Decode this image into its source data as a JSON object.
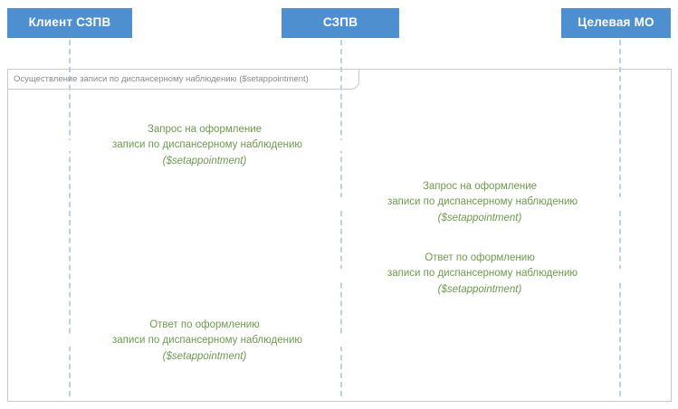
{
  "diagram": {
    "type": "uml-sequence-diagram",
    "colors": {
      "participant_fill": "#4e8fd0",
      "participant_text": "#ffffff",
      "lifeline": "#b6d3ea",
      "message": "#6e9a4e",
      "fragment_border": "#c9c9c9",
      "fragment_label_text": "#8a8a8a",
      "background": "#ffffff"
    },
    "participants": [
      {
        "id": "client",
        "label": "Клиент СЗПВ"
      },
      {
        "id": "szpv",
        "label": "СЗПВ"
      },
      {
        "id": "target_mo",
        "label": "Целевая МО"
      }
    ],
    "fragment": {
      "label": "Осуществление записи по диспансерному наблюдению ($setappointment)"
    },
    "messages": [
      {
        "index": 1,
        "from": "client",
        "to": "szpv",
        "direction": "right",
        "line_top": "Запрос на оформление",
        "line_mid": "записи по диспансерному наблюдению",
        "line_bottom": "($setappointment)"
      },
      {
        "index": 2,
        "from": "szpv",
        "to": "target_mo",
        "direction": "right",
        "line_top": "Запрос на оформление",
        "line_mid": "записи по диспансерному наблюдению",
        "line_bottom": "($setappointment)"
      },
      {
        "index": 3,
        "from": "target_mo",
        "to": "szpv",
        "direction": "left",
        "line_top": "Ответ по оформлению",
        "line_mid": "записи по диспансерному наблюдению",
        "line_bottom": "($setappointment)"
      },
      {
        "index": 4,
        "from": "szpv",
        "to": "client",
        "direction": "left",
        "line_top": "Ответ по оформлению",
        "line_mid": "записи по диспансерному наблюдению",
        "line_bottom": "($setappointment)"
      }
    ]
  }
}
